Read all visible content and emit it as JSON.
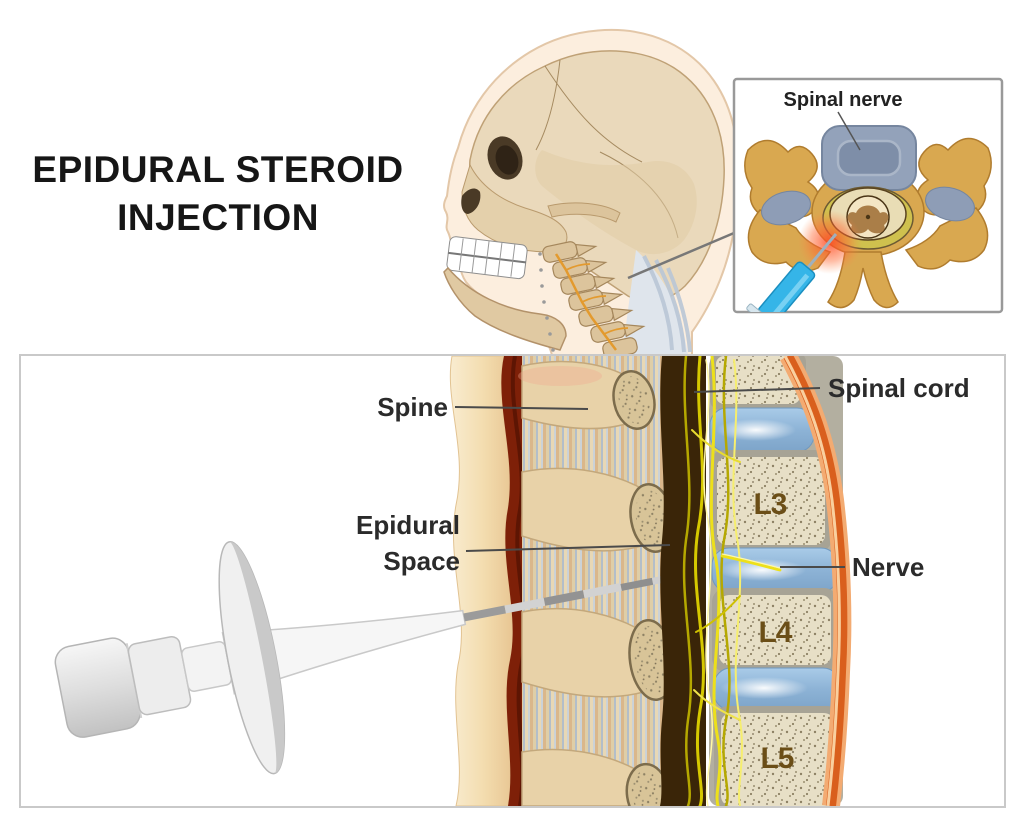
{
  "title": {
    "line1": "EPIDURAL STEROID",
    "line2": "INJECTION"
  },
  "inset": {
    "label": "Spinal nerve"
  },
  "main_panel": {
    "labels": {
      "spine": "Spine",
      "epidural_line1": "Epidural",
      "epidural_line2": "Space",
      "spinal_cord": "Spinal cord",
      "nerve": "Nerve"
    },
    "vertebrae": [
      {
        "label": "L3"
      },
      {
        "label": "L4"
      },
      {
        "label": "L5"
      }
    ]
  },
  "colors": {
    "bone_tan": "#d9a850",
    "skull_bone": "#ead9bb",
    "skin": "#f3ddb4",
    "muscle_red": "#7e2008",
    "nerve_yellow": "#ede01a",
    "disc_blue": "#9ec2e2",
    "body_orange": "#d95f1d",
    "inflammation_red": "#ff4620",
    "syringe_blue": "#35b5e8",
    "panel_border": "#c9c9c9",
    "inset_border": "#999999"
  }
}
